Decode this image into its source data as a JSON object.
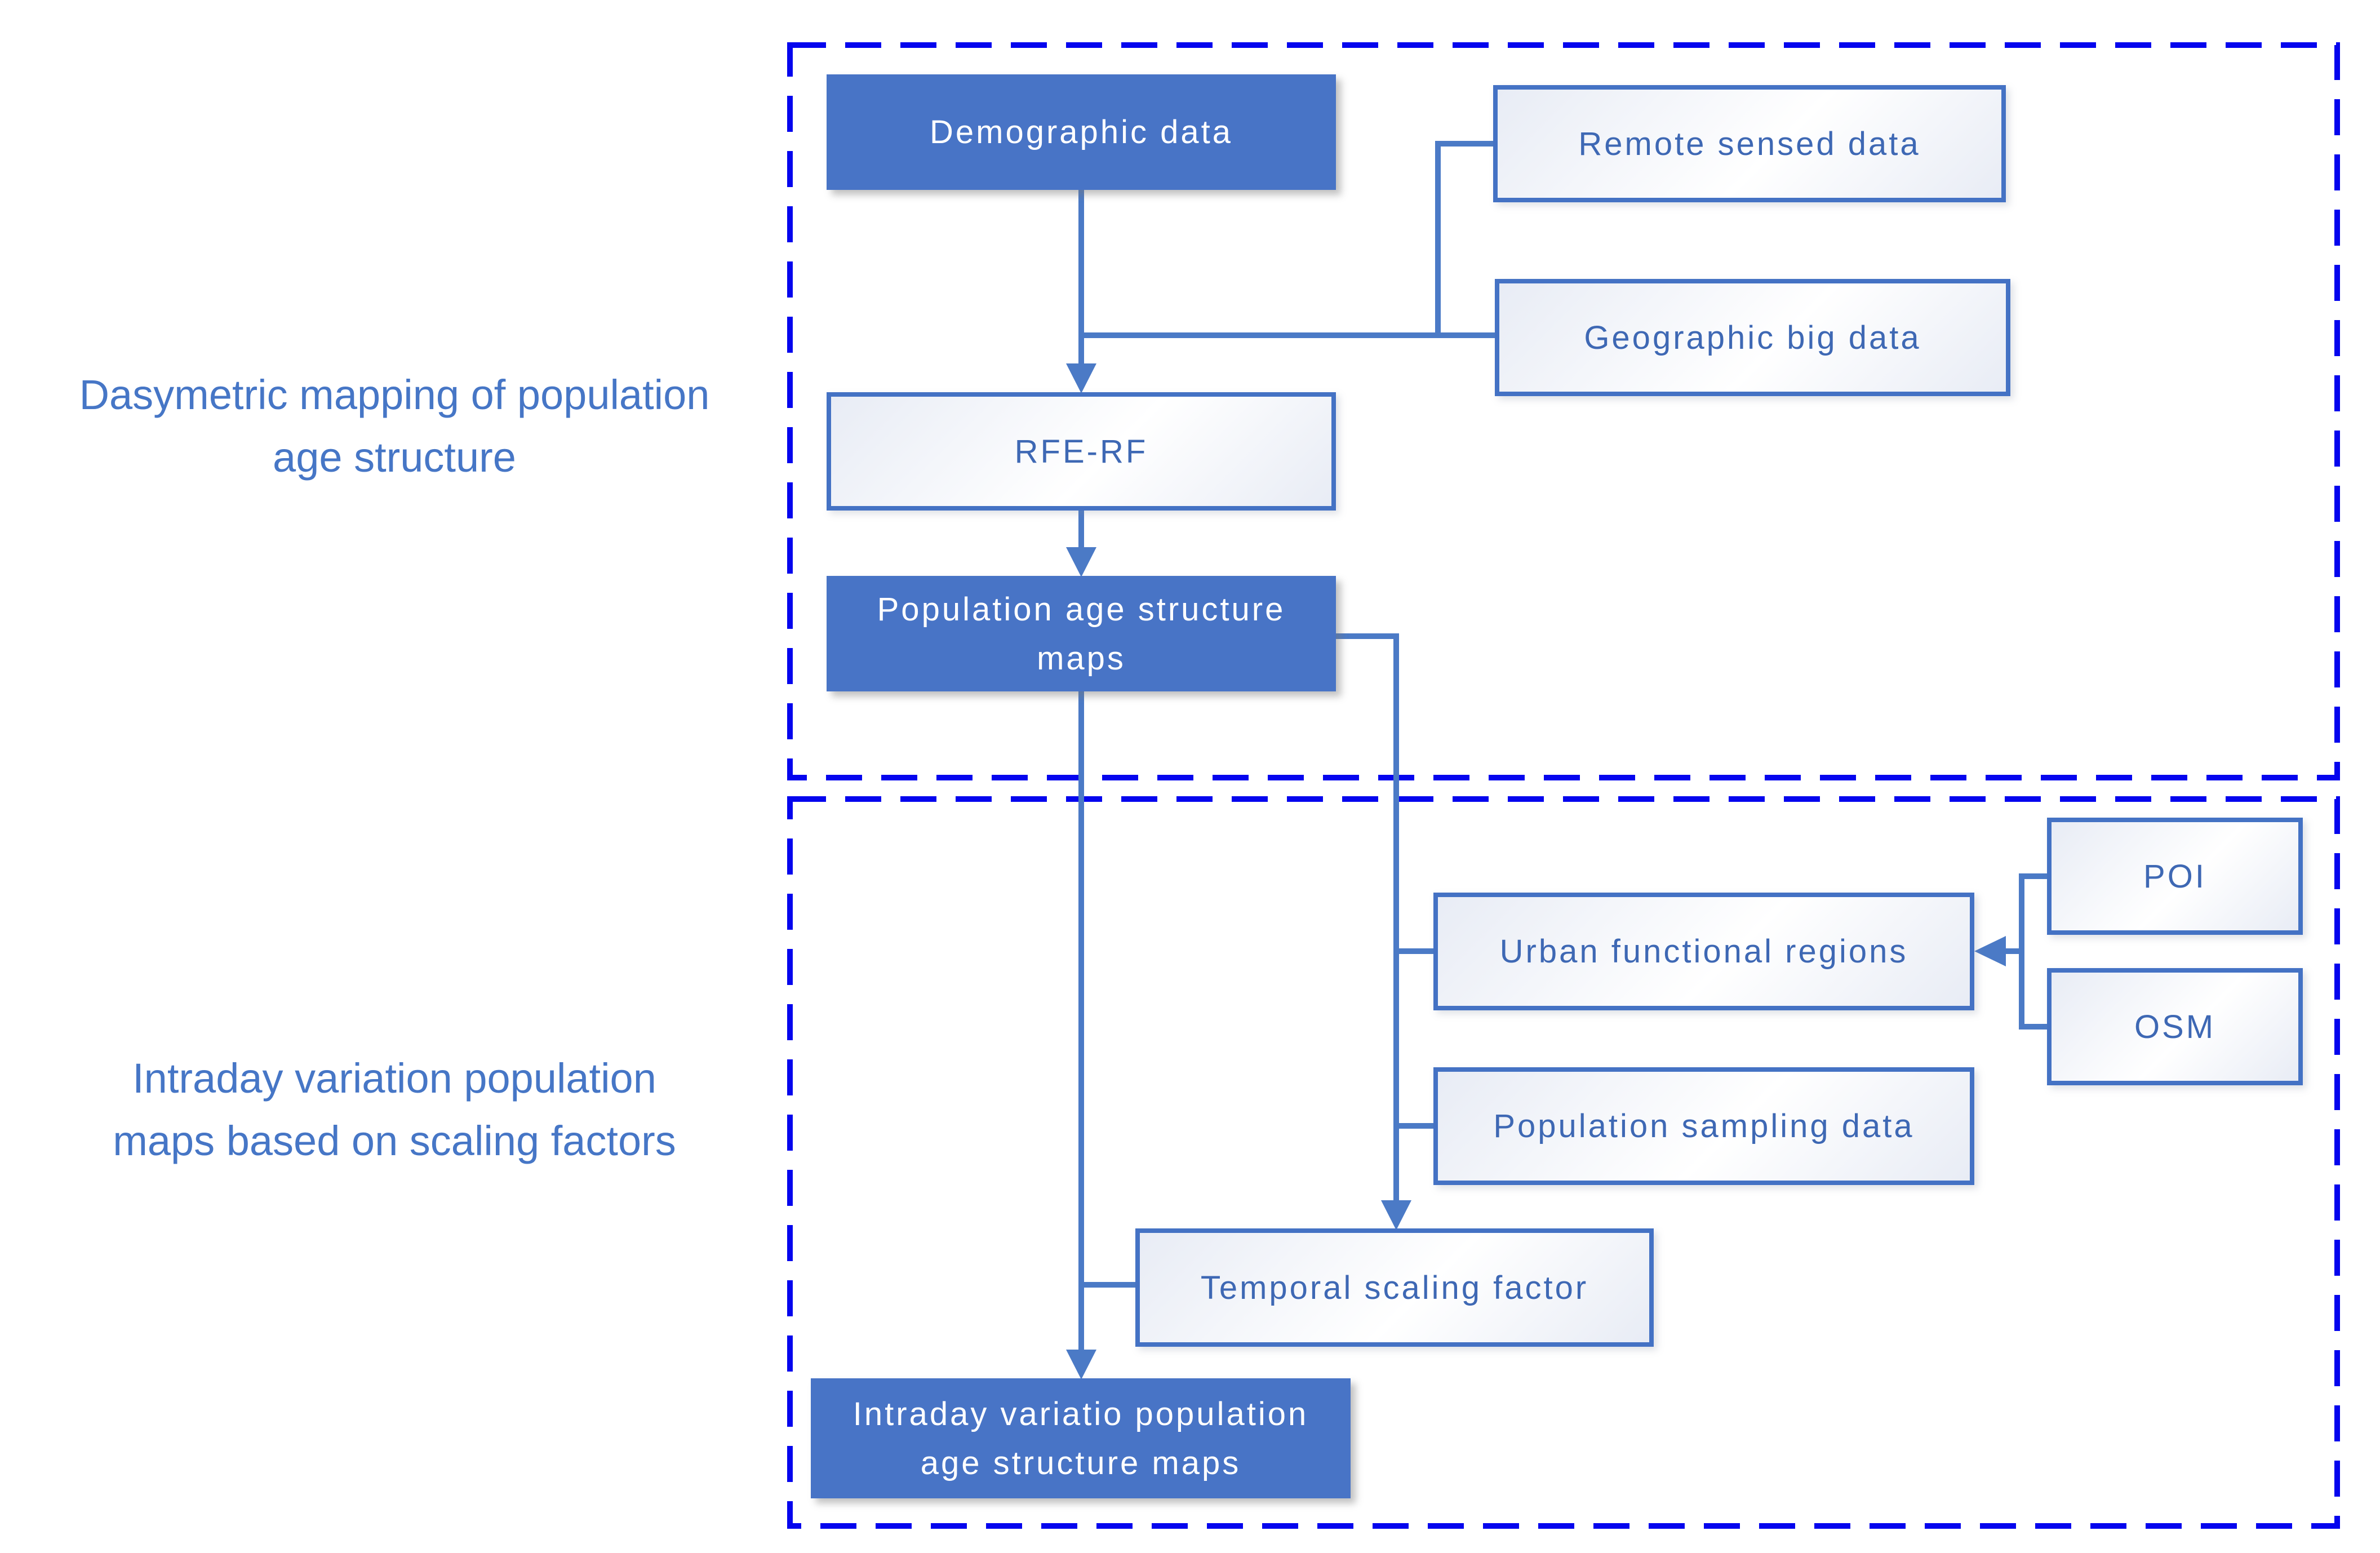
{
  "colors": {
    "solid-fill": "#4874C6",
    "solid-text": "#FFFFFF",
    "light-border": "#4472C4",
    "light-text": "#3E68B4",
    "grad-a": "#E8ECF5",
    "grad-b": "#FFFFFF",
    "connector": "#4B7AC6",
    "dash": "#0505EE",
    "label-text": "#4676C6"
  },
  "labels": {
    "top_section": "Dasymetric mapping of population\nage structure",
    "bottom_section": "Intraday variation population\nmaps based on scaling factors"
  },
  "boxes": {
    "demographic": "Demographic data",
    "remote": "Remote sensed data",
    "geographic": "Geographic big data",
    "rfe": "RFE-RF",
    "pop_age": "Population age structure\nmaps",
    "urban": "Urban functional regions",
    "poi": "POI",
    "osm": "OSM",
    "sampling": "Population sampling data",
    "temporal": "Temporal scaling factor",
    "intraday": "Intraday variatio population\nage structure maps"
  }
}
